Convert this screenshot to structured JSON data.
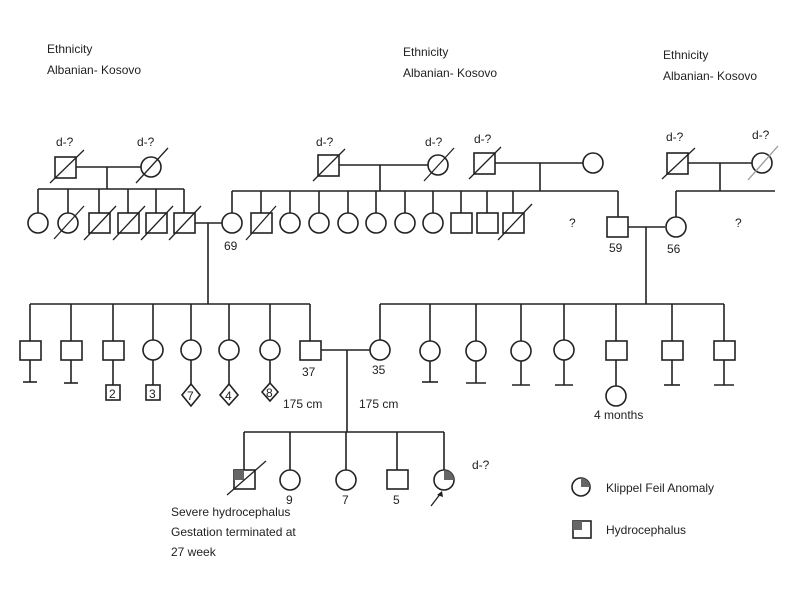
{
  "ethnicity": [
    {
      "label": "Ethnicity",
      "value": "Albanian- Kosovo"
    },
    {
      "label": "Ethnicity",
      "value": "Albanian- Kosovo"
    },
    {
      "label": "Ethnicity",
      "value": "Albanian- Kosovo"
    }
  ],
  "deceased_unknown": "d-?",
  "unknown_siblings": "?",
  "ages": {
    "mother_of_37": "69",
    "father_59": "59",
    "mother_56": "56",
    "husband_37": "37",
    "wife_35": "35",
    "child_9": "9",
    "child_7": "7",
    "child_5": "5",
    "grandchild": "4 months"
  },
  "heights": {
    "husband": "175 cm",
    "wife": "175 cm"
  },
  "offspring_counts": [
    "2",
    "3",
    "7",
    "4",
    "8"
  ],
  "annotation": [
    "Severe hydrocephalus",
    "Gestation terminated at",
    "27 week"
  ],
  "legend": [
    {
      "symbol": "quarter-filled-circle",
      "label": "Klippel Feil Anomaly"
    },
    {
      "symbol": "quarter-filled-square",
      "label": "Hydrocephalus"
    }
  ]
}
